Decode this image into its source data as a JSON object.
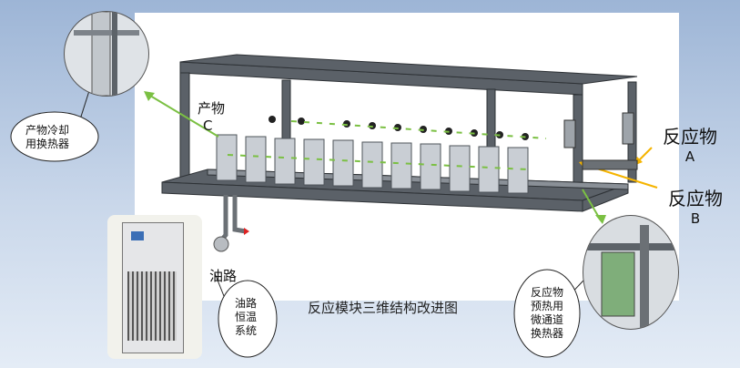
{
  "labels": {
    "product_c_line1": "产物",
    "product_c_line2": "C",
    "reactant_a_line1": "反应物",
    "reactant_a_line2": "A",
    "reactant_b_line1": "反应物",
    "reactant_b_line2": "B",
    "oil_line": "油路"
  },
  "callouts": {
    "product_cooler": [
      "产物冷却",
      "用换热器"
    ],
    "oil_thermostat": [
      "油路",
      "恒温",
      "系统"
    ],
    "reactant_preheater": [
      "反应物",
      "预热用",
      "微通道",
      "换热器"
    ]
  },
  "caption": "反应模块三维结构改进图",
  "colors": {
    "arrow_green": "#7bc043",
    "arrow_orange": "#f5b400",
    "frame": "#4a4f55",
    "background_top": "#9db5d6"
  }
}
